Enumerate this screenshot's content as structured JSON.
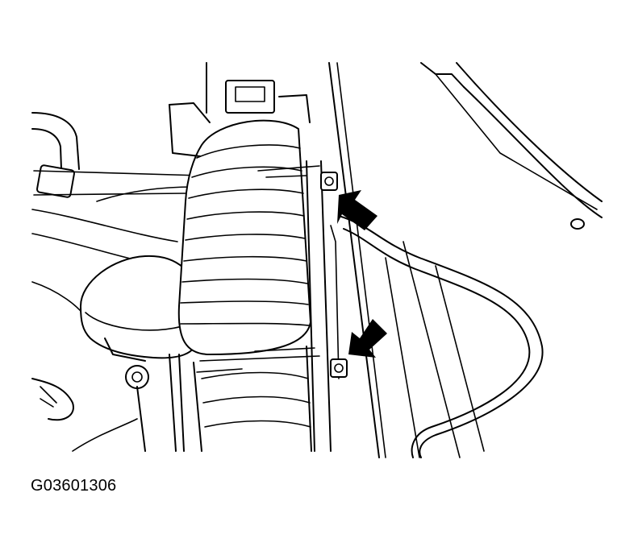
{
  "figure": {
    "code": "G03601306"
  },
  "colors": {
    "line": "#000000",
    "background": "#ffffff",
    "arrow": "#000000"
  },
  "callouts": [
    {
      "name": "upper-fastener-arrow",
      "icon": "arrow-icon"
    },
    {
      "name": "lower-fastener-arrow",
      "icon": "arrow-icon"
    }
  ]
}
